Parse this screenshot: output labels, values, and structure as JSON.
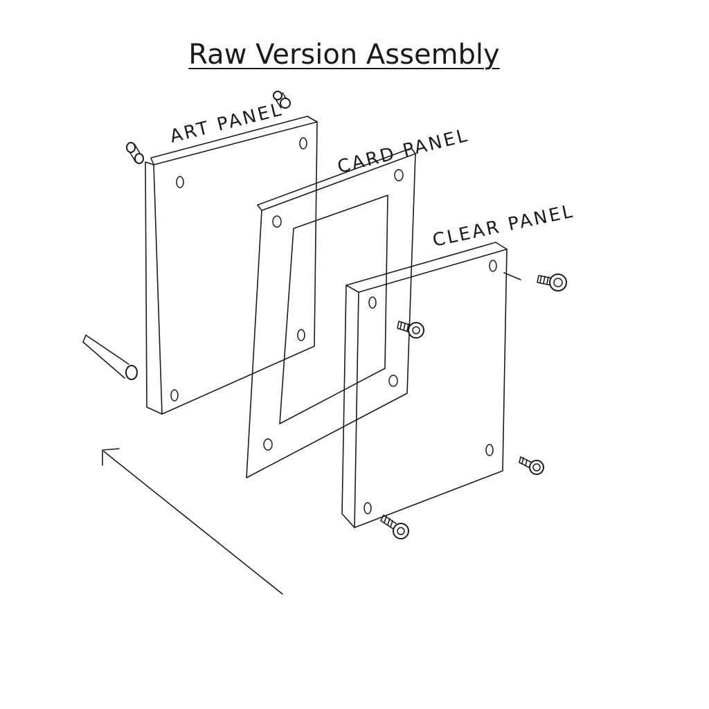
{
  "title": "Raw Version Assembly",
  "labels": {
    "art_panel": "ART PANEL",
    "card_panel": "CARD PANEL",
    "clear_panel": "CLEAR PANEL"
  }
}
